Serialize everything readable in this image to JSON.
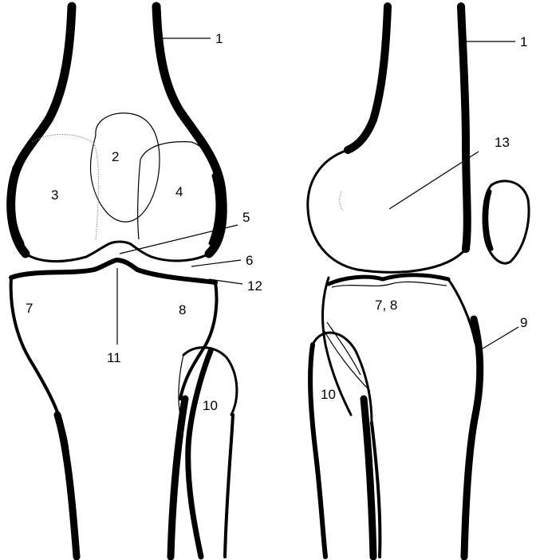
{
  "diagram": {
    "labels": [
      {
        "id": "front-1",
        "text": "1"
      },
      {
        "id": "front-2",
        "text": "2"
      },
      {
        "id": "front-3",
        "text": "3"
      },
      {
        "id": "front-4",
        "text": "4"
      },
      {
        "id": "front-5",
        "text": "5"
      },
      {
        "id": "front-6",
        "text": "6"
      },
      {
        "id": "front-7",
        "text": "7"
      },
      {
        "id": "front-8",
        "text": "8"
      },
      {
        "id": "front-10",
        "text": "10"
      },
      {
        "id": "front-11",
        "text": "11"
      },
      {
        "id": "front-12",
        "text": "12"
      },
      {
        "id": "side-1",
        "text": "1"
      },
      {
        "id": "side-13",
        "text": "13"
      },
      {
        "id": "side-7-8",
        "text": "7, 8"
      },
      {
        "id": "side-9",
        "text": "9"
      },
      {
        "id": "side-10",
        "text": "10"
      }
    ]
  }
}
